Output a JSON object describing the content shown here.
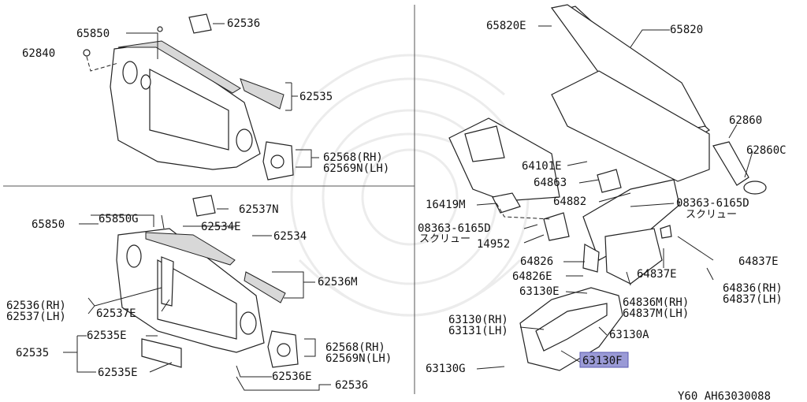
{
  "diagram": {
    "footer_code": "Y60  AH63030088",
    "highlight_color": "#9a9ad6",
    "highlighted_part": "63130F",
    "callouts": {
      "tl_65850": "65850",
      "tl_62536": "62536",
      "tl_62840": "62840",
      "tl_62535": "62535",
      "tl_62568": "62568(RH)",
      "tl_62569": "62569N(LH)",
      "bl_62537N": "62537N",
      "bl_65850": "65850",
      "bl_65850G": "65850G",
      "bl_62534E": "62534E",
      "bl_62534": "62534",
      "bl_62536M": "62536M",
      "bl_62536RH": "62536(RH)",
      "bl_62537LH": "62537(LH)",
      "bl_62537E": "62537E",
      "bl_62535E_a": "62535E",
      "bl_62535": "62535",
      "bl_62535E_b": "62535E",
      "bl_62568": "62568(RH)",
      "bl_62569": "62569N(LH)",
      "bl_62536E": "62536E",
      "bl_62536": "62536",
      "r_65820E": "65820E",
      "r_65820": "65820",
      "r_62860": "62860",
      "r_62860C": "62860C",
      "r_64101E": "64101E",
      "r_64863": "64863",
      "r_64882": "64882",
      "r_08363a": "08363-6165D",
      "r_screw_a": "スクリュー",
      "r_16419M": "16419M",
      "r_08363b": "08363-6165D",
      "r_screw_b": "スクリュー",
      "r_14952": "14952",
      "r_64826": "64826",
      "r_64826E": "64826E",
      "r_64837E_a": "64837E",
      "r_64837E_b": "64837E",
      "r_64836M": "64836M(RH)",
      "r_64837M": "64837M(LH)",
      "r_64836": "64836(RH)",
      "r_64837": "64837(LH)",
      "r_63130E": "63130E",
      "r_63130": "63130(RH)",
      "r_63131": "63131(LH)",
      "r_63130A": "63130A",
      "r_63130F": "63130F",
      "r_63130G": "63130G"
    }
  }
}
